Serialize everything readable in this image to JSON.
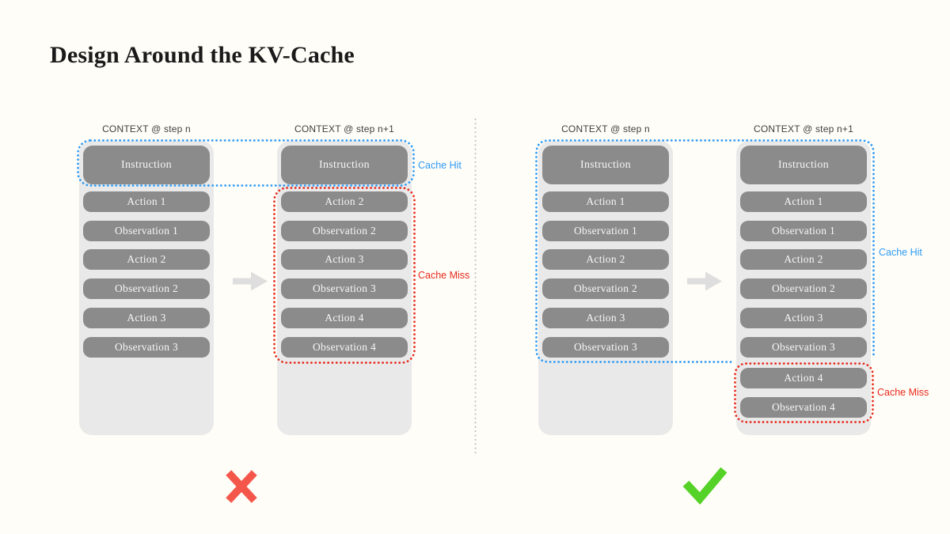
{
  "title": "Design Around the KV-Cache",
  "left_panel": {
    "columns": [
      {
        "header": "CONTEXT @ step n",
        "boxes": [
          "Instruction",
          "Action 1",
          "Observation 1",
          "Action 2",
          "Observation 2",
          "Action 3",
          "Observation 3"
        ]
      },
      {
        "header": "CONTEXT @ step n+1",
        "boxes": [
          "Instruction",
          "Action 2",
          "Observation 2",
          "Action 3",
          "Observation 3",
          "Action 4",
          "Observation 4"
        ]
      }
    ],
    "cache_hit_label": "Cache Hit",
    "cache_miss_label": "Cache Miss",
    "verdict": "cross"
  },
  "right_panel": {
    "columns": [
      {
        "header": "CONTEXT @ step n",
        "boxes": [
          "Instruction",
          "Action 1",
          "Observation 1",
          "Action 2",
          "Observation 2",
          "Action 3",
          "Observation 3"
        ]
      },
      {
        "header": "CONTEXT @ step n+1",
        "boxes": [
          "Instruction",
          "Action 1",
          "Observation 1",
          "Action 2",
          "Observation 2",
          "Action 3",
          "Observation 3",
          "Action 4",
          "Observation 4"
        ]
      }
    ],
    "cache_hit_label": "Cache Hit",
    "cache_miss_label": "Cache Miss",
    "verdict": "check"
  },
  "colors": {
    "background": "#fffdf7",
    "title_text": "#1a1a1a",
    "container_gray": "#e9e9e9",
    "box_gray": "#8b8b8b",
    "box_text": "#f6f6f6",
    "header_text": "#3f3f3f",
    "cache_hit_blue": "#2e9bf5",
    "cache_miss_red": "#e7291c",
    "cross_red": "#f4564a",
    "check_green": "#55d227",
    "arrow_gray": "#dedede",
    "divider_gray": "#b8b8b8"
  }
}
